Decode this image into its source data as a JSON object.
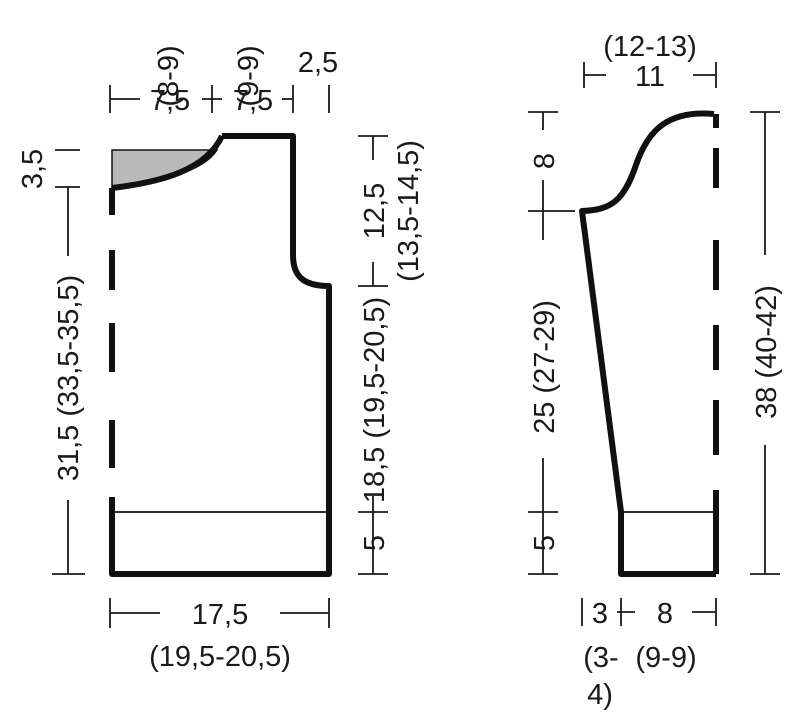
{
  "colors": {
    "outline": "#111111",
    "neck_fill": "#b9b9b9",
    "background": "#ffffff"
  },
  "back_piece": {
    "top_labels": {
      "neck_alt": "(8-9)",
      "neck": "7,5",
      "shoulder_alt": "(9-9)",
      "shoulder": "7,5",
      "edge": "2,5"
    },
    "left_labels": {
      "neck_depth": "3,5",
      "length": "31,5 (33,5-35,5)"
    },
    "right_labels": {
      "armhole": "12,5",
      "armhole_alt": "(13,5-14,5)",
      "side": "18,5 (19,5-20,5)",
      "rib": "5"
    },
    "bottom_labels": {
      "width": "17,5",
      "width_alt": "(19,5-20,5)"
    }
  },
  "sleeve_piece": {
    "top_labels": {
      "top_alt": "(12-13)",
      "top": "11"
    },
    "left_labels": {
      "cap": "8",
      "length": "25 (27-29)",
      "rib": "5"
    },
    "right_labels": {
      "total": "38 (40-42)"
    },
    "bottom_labels": {
      "offset": "3",
      "offset_alt_a": "(3-",
      "offset_alt_b": "4)",
      "width": "8",
      "width_alt": "(9-9)"
    }
  }
}
